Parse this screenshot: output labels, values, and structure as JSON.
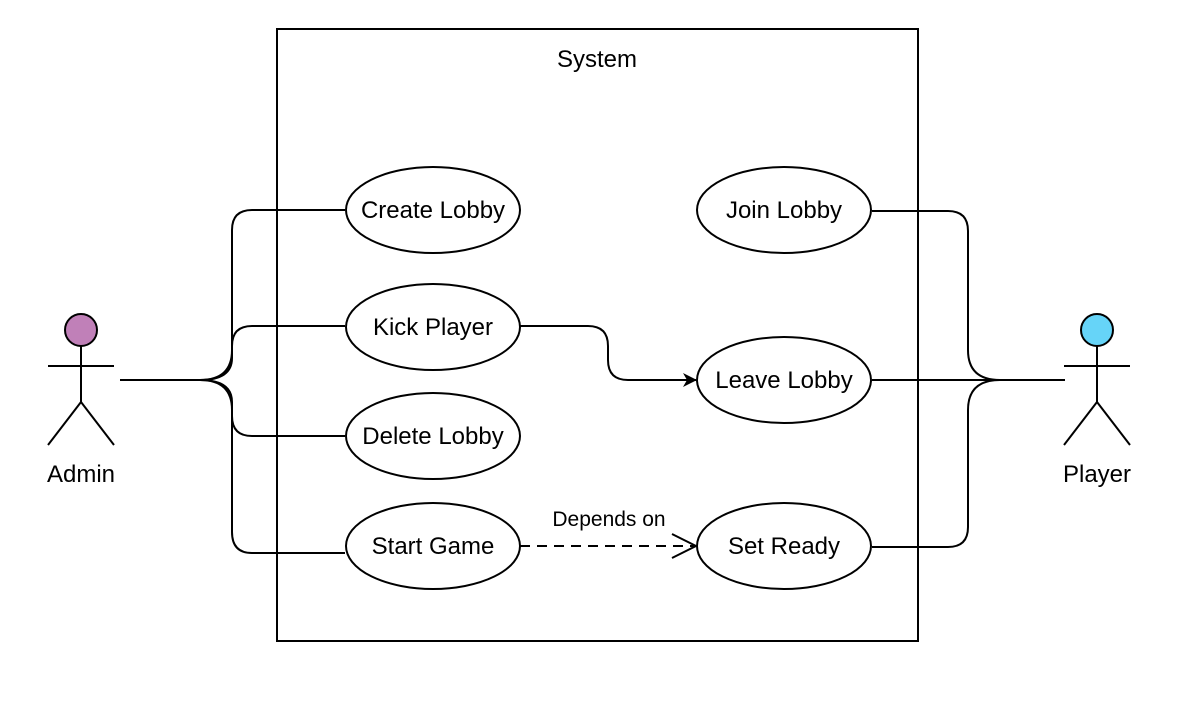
{
  "system": {
    "label": "System"
  },
  "actors": {
    "admin": {
      "label": "Admin",
      "color": "#c080b8"
    },
    "player": {
      "label": "Player",
      "color": "#66d4f8"
    }
  },
  "use_cases": {
    "create_lobby": "Create Lobby",
    "kick_player": "Kick Player",
    "delete_lobby": "Delete Lobby",
    "start_game": "Start Game",
    "join_lobby": "Join Lobby",
    "leave_lobby": "Leave Lobby",
    "set_ready": "Set Ready"
  },
  "relationships": {
    "depends_on_label": "Depends on"
  }
}
